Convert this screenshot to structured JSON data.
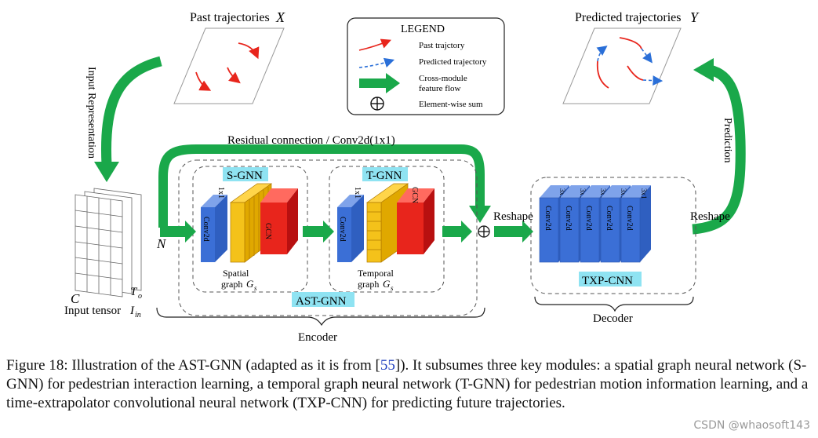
{
  "figure": {
    "past_title": "Past trajectories",
    "past_symbol": "X",
    "predicted_title": "Predicted trajectories",
    "predicted_symbol": "Y",
    "legend": {
      "title": "LEGEND",
      "items": [
        {
          "icon": "red-curve-arrow",
          "label": "Past trajctory"
        },
        {
          "icon": "blue-dashed-arrow",
          "label": "Predicted trajectory"
        },
        {
          "icon": "green-thick-arrow",
          "label_line1": "Cross-module",
          "label_line2": "feature flow"
        },
        {
          "icon": "circle-plus",
          "label": "Element-wise sum"
        }
      ]
    },
    "input_representation": "Input Representation",
    "prediction": "Prediction",
    "residual": "Residual connection / Conv2d(1x1)",
    "n_label": "N",
    "c_label": "C",
    "t_label": "T",
    "t_sub": "o",
    "input_tensor": "Input tensor",
    "input_tensor_sym": "I",
    "input_tensor_sub": "in",
    "sgnn": "S-GNN",
    "tgnn": "T-GNN",
    "astgnn": "AST-GNN",
    "txpcnn": "TXP-CNN",
    "conv2d": "Conv2d",
    "one_by_one": "1x1",
    "gcn": "GCN",
    "spatial_graph_line1": "Spatial",
    "spatial_graph_line2": "graph",
    "spatial_graph_sym": "G",
    "spatial_graph_sub": "s",
    "temporal_graph_line1": "Temporal",
    "temporal_graph_line2": "graph",
    "temporal_graph_sym": "G",
    "temporal_graph_sub": "s",
    "reshape": "Reshape",
    "three_by_one": "3x1",
    "encoder": "Encoder",
    "decoder": "Decoder",
    "colors": {
      "green": "#1aa84a",
      "blue": "#3b6fd6",
      "yellow": "#f4c21a",
      "red": "#e8251c",
      "cyan": "#8fe3f2"
    }
  },
  "caption": {
    "before_ref": "Figure 18: Illustration of the AST-GNN (adapted as it is from [",
    "ref": "55",
    "after_ref": "]). It subsumes three key modules: a spatial graph neural network (S-GNN) for pedestrian interaction learning, a temporal graph neural network (T-GNN) for pedestrian motion information learning, and a time-extrapolator convolutional neural network (TXP-CNN) for predicting future trajectories."
  },
  "watermark": "CSDN @whaosoft143"
}
